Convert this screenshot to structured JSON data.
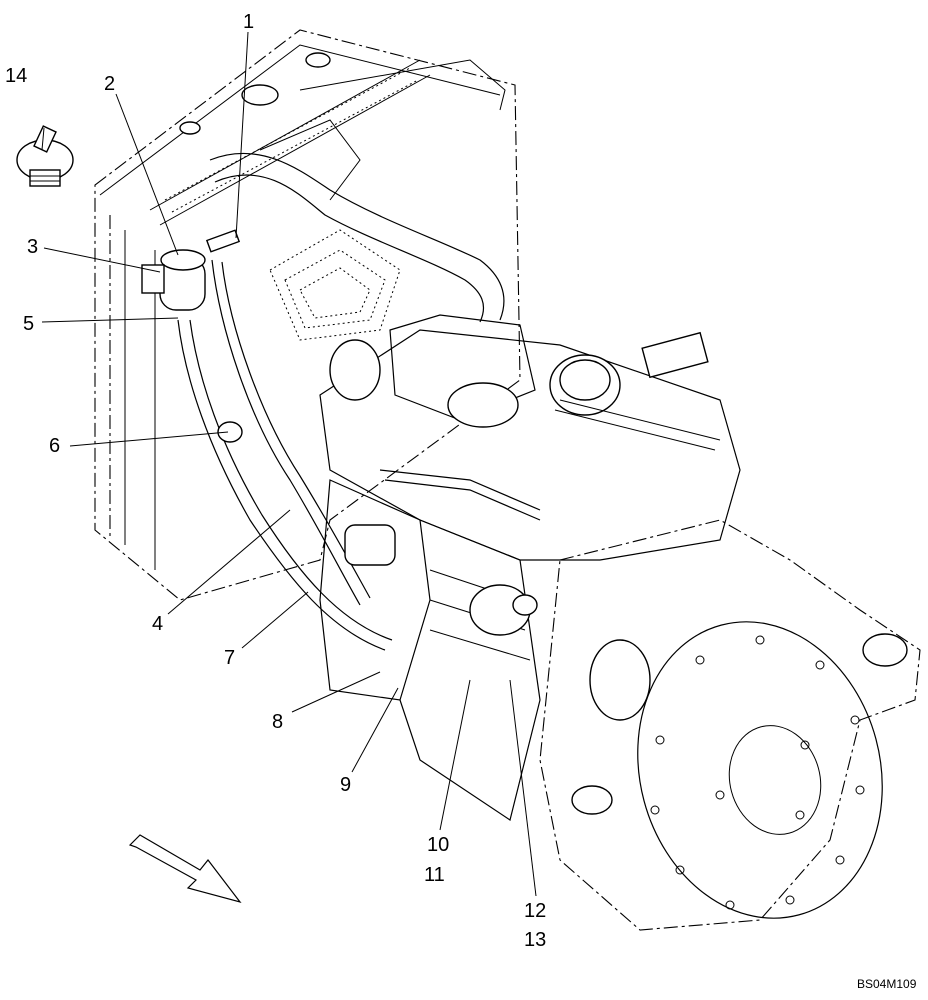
{
  "diagram": {
    "callouts": [
      "1",
      "2",
      "3",
      "4",
      "5",
      "6",
      "7",
      "8",
      "9",
      "10",
      "11",
      "12",
      "13",
      "14"
    ],
    "drawing_code": "BS04M109"
  }
}
